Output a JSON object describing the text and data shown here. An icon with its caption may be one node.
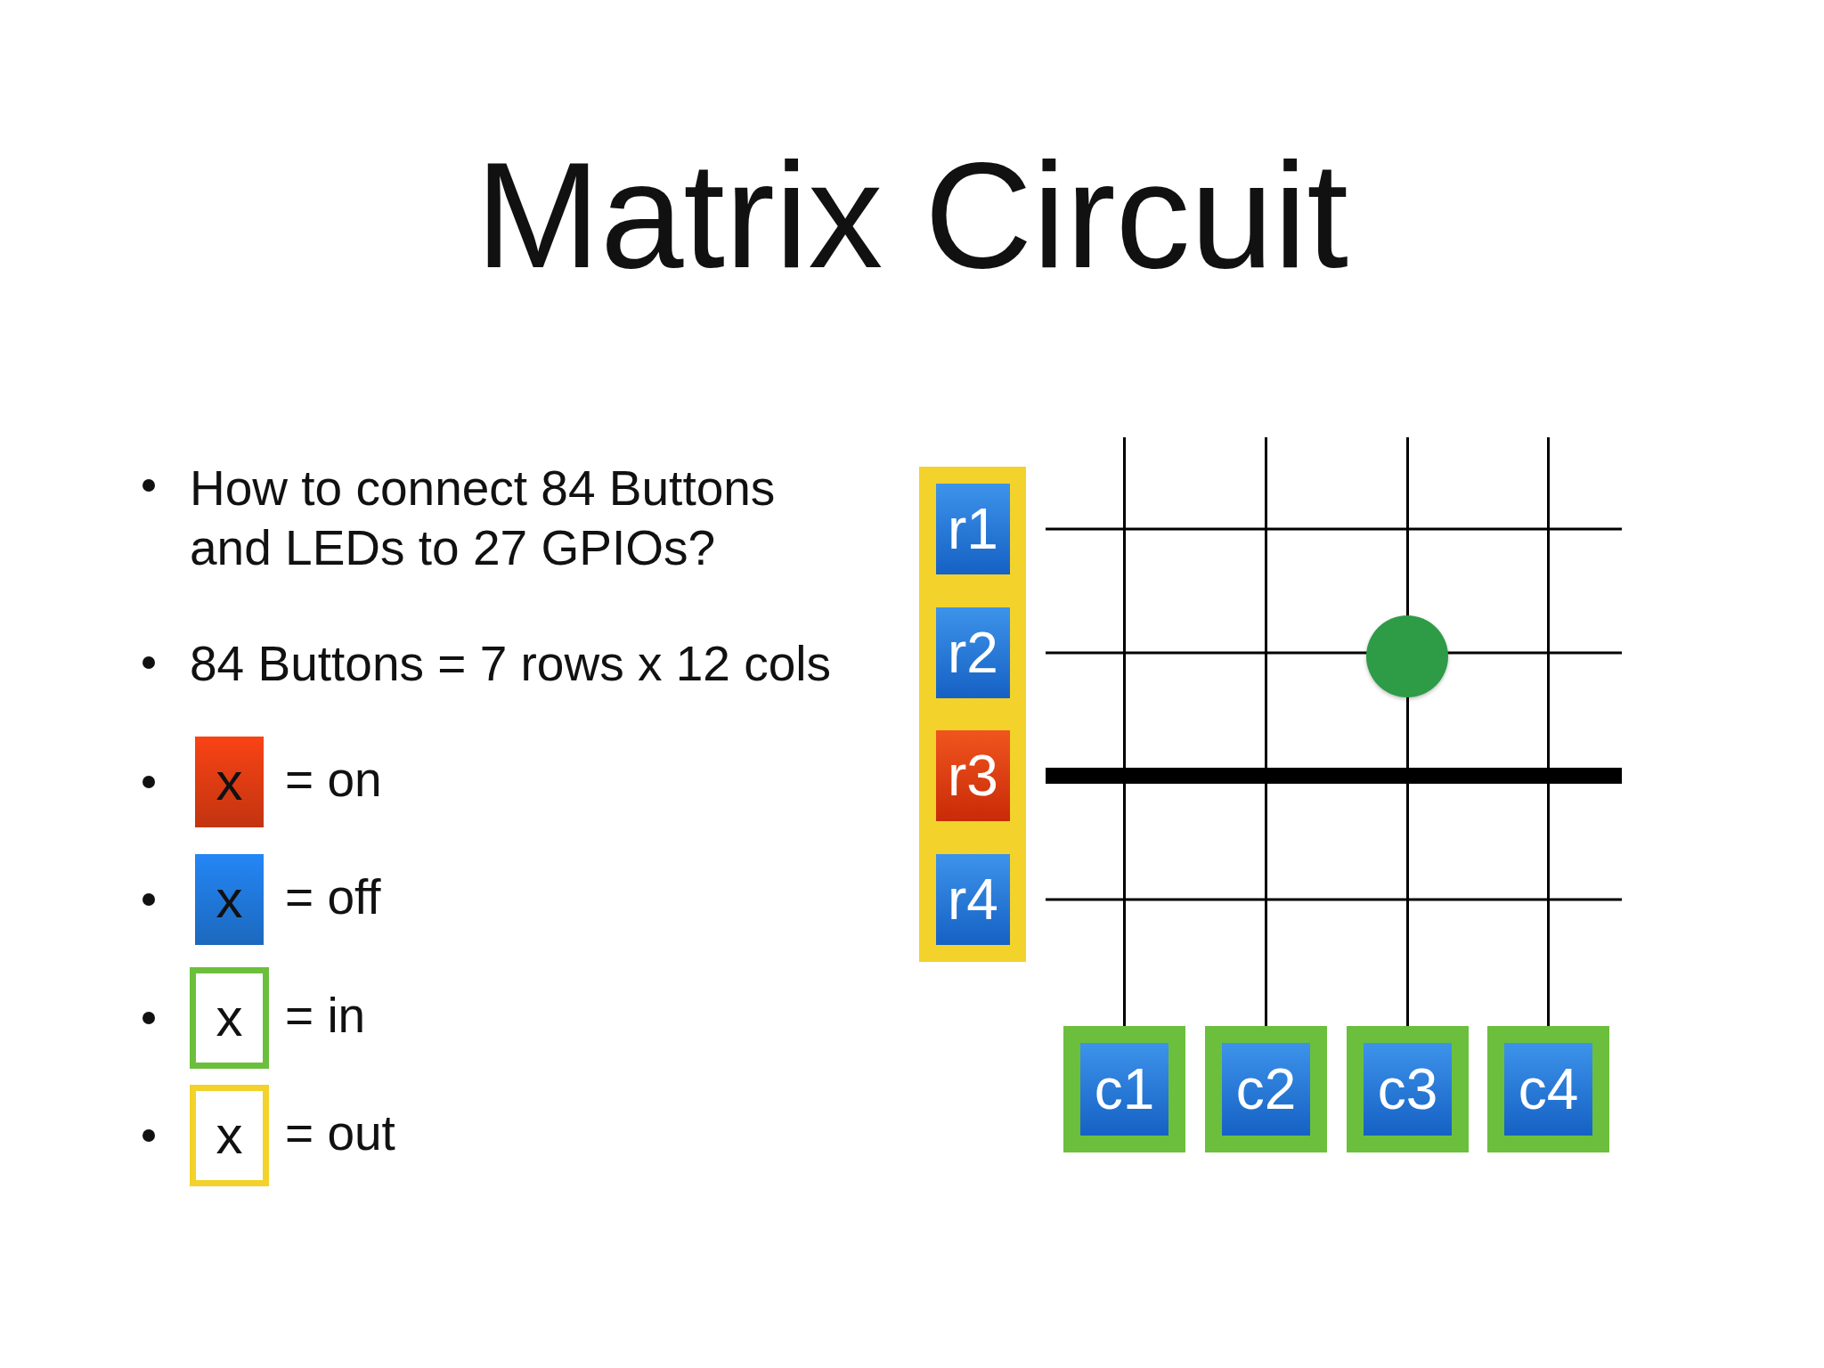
{
  "diagram": {
    "title": "Matrix Circuit",
    "nodes": [
      {
        "text": [],
        "shape": "box"
      },
      {
        "text": [
          "r1"
        ],
        "in": 0
      },
      {
        "text": [
          "r2"
        ],
        "in": 0
      },
      {
        "text": [
          "r3"
        ],
        "in": 0
      },
      {
        "text": [
          "r4"
        ],
        "in": 0
      },
      {
        "text": [],
        "shape": "box"
      },
      {
        "text": [
          "c1"
        ],
        "in": 5
      },
      {
        "text": [],
        "shape": "box"
      },
      {
        "text": [
          "c2"
        ],
        "in": 7
      },
      {
        "text": [],
        "shape": "box"
      },
      {
        "text": [
          "c3"
        ],
        "in": 9
      },
      {
        "text": [],
        "shape": "box"
      },
      {
        "text": [
          "c4"
        ],
        "in": 11
      },
      {
        "text": [],
        "shape": "circle"
      }
    ],
    "edges": [
      {
        "from": 1,
        "to": null,
        "arrow": "none"
      },
      {
        "from": 2,
        "to": null,
        "arrow": "none"
      },
      {
        "from": 3,
        "to": null,
        "arrow": "none",
        "style": "thick"
      },
      {
        "from": 4,
        "to": null,
        "arrow": "none"
      },
      {
        "from": null,
        "to": 5,
        "arrow": "none"
      },
      {
        "from": null,
        "to": 7,
        "arrow": "none"
      },
      {
        "from": null,
        "to": 9,
        "arrow": "none"
      },
      {
        "from": null,
        "to": 11,
        "arrow": "none"
      }
    ],
    "labels": [
      "How to connect 84 Buttons and LEDs to 27 GPIOs?",
      "84 Buttons = 7 rows x 12 cols",
      "x",
      "x",
      "x",
      "x"
    ],
    "legend": [
      {
        "text": "= on",
        "color": "#d83a12"
      },
      {
        "text": "= off",
        "color": "#1f74d4"
      },
      {
        "text": "= in",
        "color": "#6cbf3c"
      },
      {
        "text": "= out",
        "color": "#f2d22b"
      }
    ]
  }
}
